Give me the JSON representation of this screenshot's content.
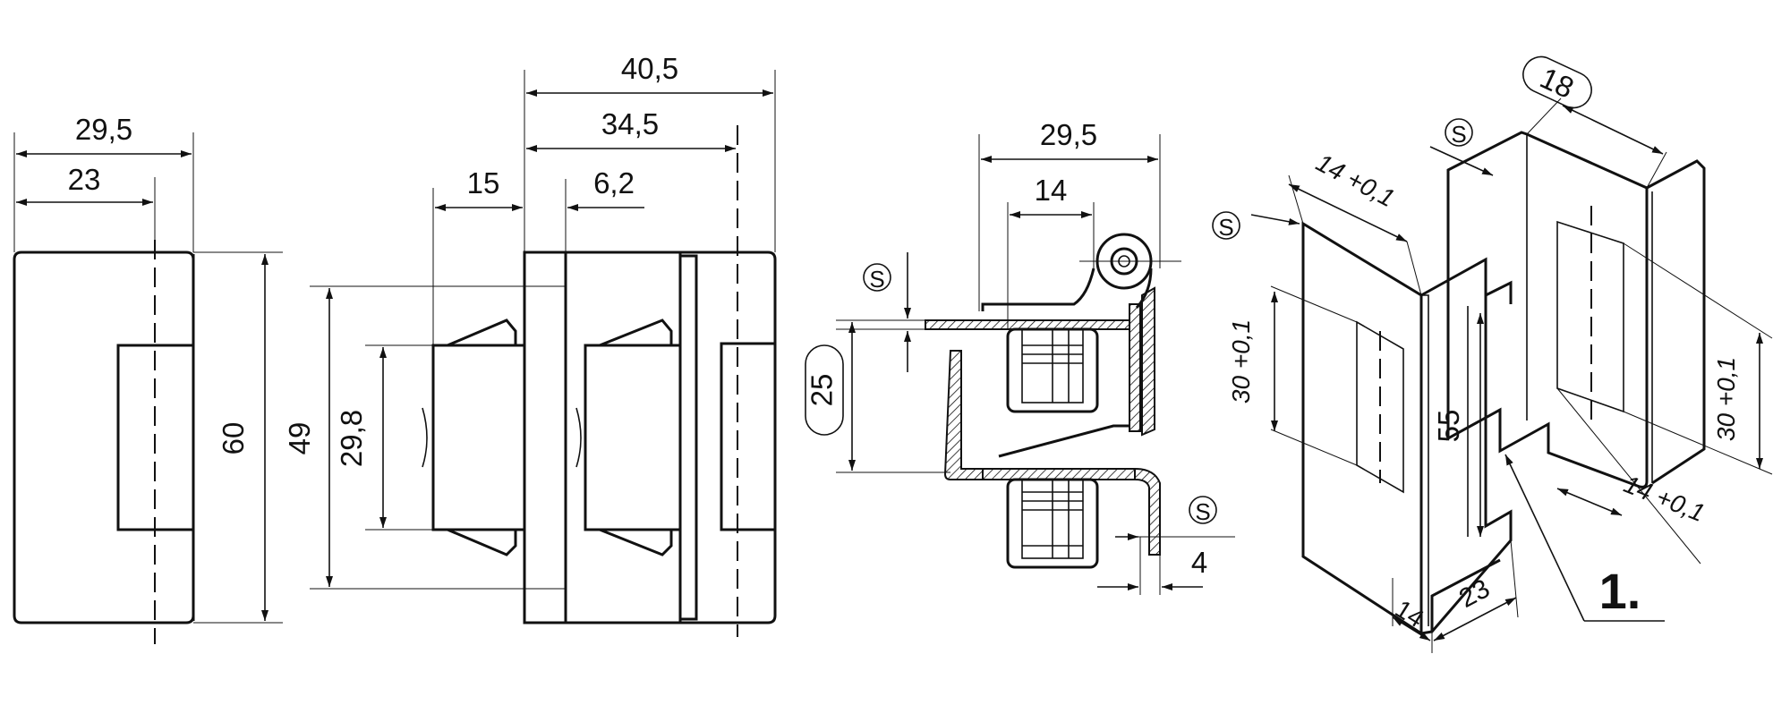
{
  "views": {
    "front": {
      "dims": {
        "width_total": "29,5",
        "width_partial": "23",
        "height": "60"
      }
    },
    "side": {
      "dims": {
        "width_total": "40,5",
        "width_mid": "34,5",
        "offset_left": "15",
        "offset_right": "6,2",
        "height_outer": "49",
        "height_inner": "29,8"
      }
    },
    "section": {
      "dims": {
        "width_total": "29,5",
        "width_hinge": "14",
        "gap": "25",
        "thickness_label": "4",
        "sheet_symbol_top": "S",
        "sheet_symbol_right": "S"
      }
    },
    "iso": {
      "dims": {
        "cut_width_top": "18",
        "cut_width_left": "14 +0,1",
        "cut_height_left": "30 +0,1",
        "cut_height_right": "30 +0,1",
        "cut_width_right": "14 +0,1",
        "height": "55",
        "base_depth_a": "14",
        "base_depth_b": "23",
        "sheet_symbol_a": "S",
        "sheet_symbol_b": "S"
      },
      "callout": "1."
    }
  }
}
